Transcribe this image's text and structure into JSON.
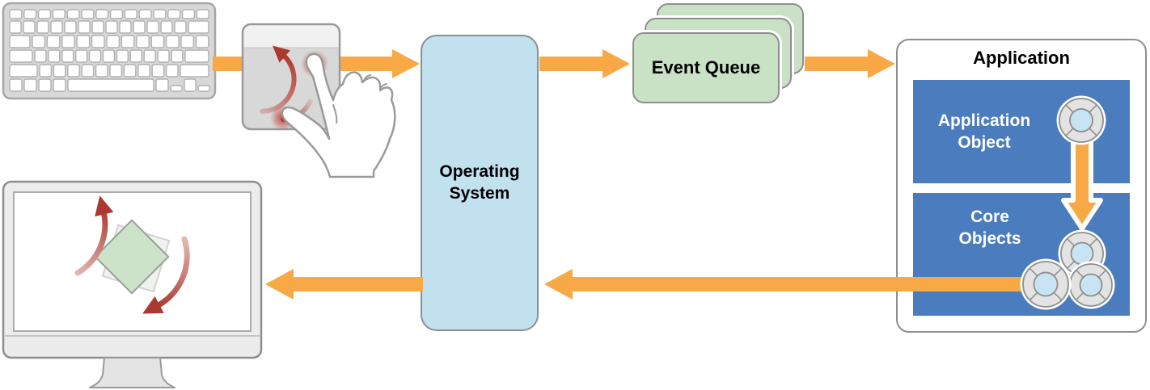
{
  "nodes": {
    "operating_system": {
      "label": "Operating System",
      "label_lines": [
        "Operating",
        "System"
      ],
      "fill": "#C2E1EF"
    },
    "event_queue": {
      "label": "Event Queue",
      "label_lines": [
        "Event Queue"
      ],
      "fill": "#C9E2C5",
      "stack_count": 3
    },
    "application": {
      "label": "Application",
      "fill": "#FFFFFF"
    },
    "application_object": {
      "label": "Application Object",
      "label_lines": [
        "Application",
        "Object"
      ],
      "fill": "#4B7CBD",
      "icon": "object-ring-icon"
    },
    "core_objects": {
      "label": "Core Objects",
      "label_lines": [
        "Core",
        "Objects"
      ],
      "fill": "#4B7CBD",
      "icon_count": 3
    }
  },
  "icons": {
    "keyboard": "keyboard-icon",
    "trackpad": "trackpad-icon",
    "rotate_gesture": "two-finger-rotate-gesture-icon",
    "hand": "hand-icon",
    "display": "display-icon",
    "rotated_square": "rotated-square-icon",
    "object_token": "object-ring-icon",
    "flow_arrow": "flow-arrow"
  },
  "colors": {
    "flow_arrow": "#F8A845",
    "gesture_red": "#A93931",
    "node_border": "#8E8E8E",
    "os_fill": "#C2E1EF",
    "event_queue_fill": "#C9E2C5",
    "app_section_fill": "#4B7CBD",
    "object_center_fill": "#C8E4F2",
    "rotated_square_fill": "#CDE3C9",
    "device_gray": "#D8D8D8"
  }
}
